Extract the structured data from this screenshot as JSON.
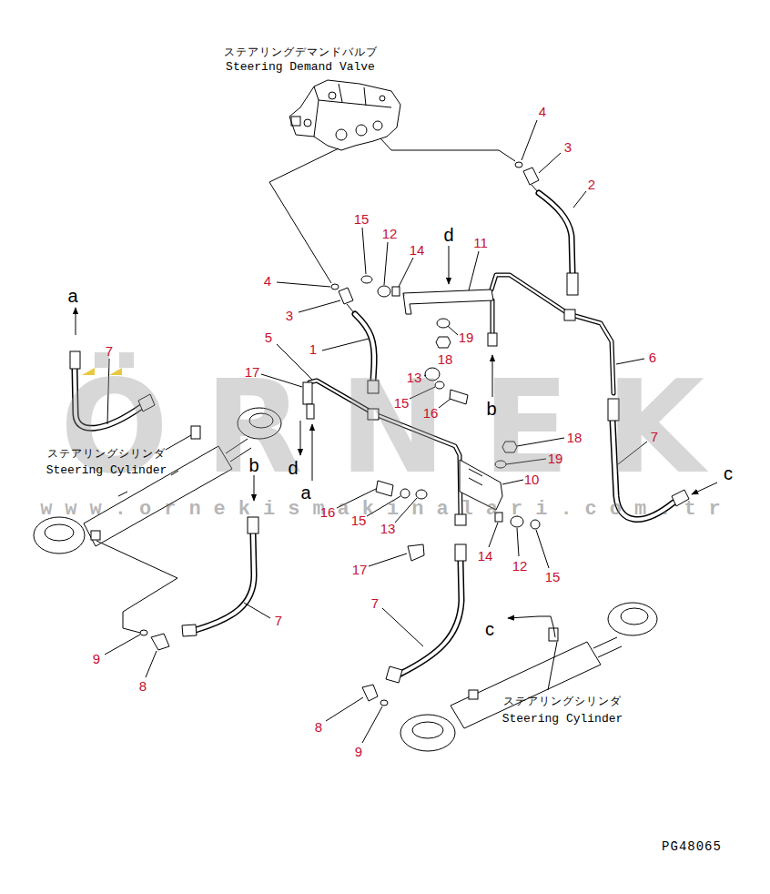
{
  "diagram": {
    "labels": [
      "ÖRNEK",
      "www.ornekismakinalari.com.tr",
      "ステアリングデマンドバルブ",
      "Steering Demand Valve",
      "4",
      "3",
      "2",
      "15",
      "12",
      "14",
      "d",
      "11",
      "4",
      "3",
      "5",
      "1",
      "19",
      "18",
      "13",
      "6",
      "17",
      "15",
      "16",
      "b",
      "a",
      "7",
      "7",
      "18",
      "19",
      "ステアリングシリンダ",
      "Steering Cylinder",
      "b",
      "d",
      "c",
      "10",
      "a",
      "16",
      "15",
      "13",
      "14",
      "12",
      "15",
      "17",
      "7",
      "7",
      "c",
      "9",
      "8",
      "ステアリングシリンダ",
      "Steering Cylinder",
      "8",
      "9",
      "PG48065"
    ]
  }
}
